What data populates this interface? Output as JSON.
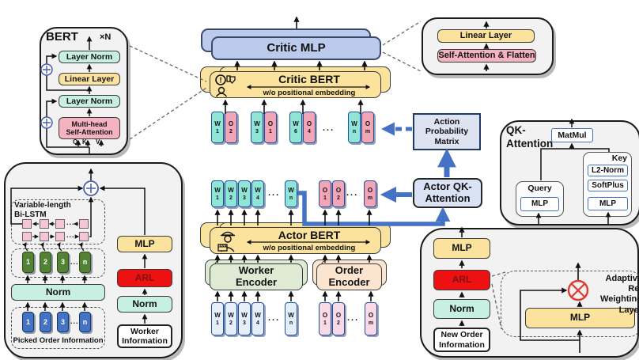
{
  "colors": {
    "accent_blue": "#4472C4",
    "token_w": "#8FE5D6",
    "token_o": "#F3A5B6",
    "token_w_in": "#E4EFFB",
    "token_o_in": "#FAD9E6",
    "yellow": "#FBE39D",
    "pink": "#F5B3C1",
    "red": "#EE1111",
    "teal": "#C7F0E3",
    "green_box": "#548235",
    "blue_box": "#4472C4",
    "lstm_cell": "#F6C6D2",
    "critic_mlp": "#BCCAEC",
    "apm_fill": "#DEE3F2",
    "qk_fill": "#DAE3F5",
    "container": "#F2F2F2",
    "encoder_worker": "#DEEAD4",
    "encoder_order": "#FBE5D0"
  },
  "bert_detail": {
    "title": "BERT",
    "repeat": "×N",
    "layer_norm_top": "Layer Norm",
    "linear": "Linear Layer",
    "layer_norm_bottom": "Layer Norm",
    "mhsa": "Multi-head\nSelf-Attention",
    "q": "Q",
    "k": "K",
    "v": "V"
  },
  "critic": {
    "mlp": "Critic MLP",
    "bert": "Critic BERT",
    "bert_note": "w/o positional embedding"
  },
  "critic_mlp_detail": {
    "linear": "Linear Layer",
    "sa_flatten": "Self-Attention & Flatten"
  },
  "apm": {
    "label": "Action\nProbability\nMatrix"
  },
  "actor": {
    "bert": "Actor BERT",
    "bert_note": "w/o positional embedding",
    "qk": "Actor QK-\nAttention"
  },
  "qk_detail": {
    "title": "QK-\nAttention",
    "matmul": "MatMul",
    "query_label": "Query",
    "query_mlp": "MLP",
    "key_label": "Key",
    "key_l2": "L2-Norm",
    "key_softplus": "SoftPlus",
    "key_mlp": "MLP"
  },
  "encoders": {
    "worker": "Worker\nEncoder",
    "order": "Order\nEncoder"
  },
  "worker_detail": {
    "bilstm": "Variable-length\nBi-LSTM",
    "green_tokens": [
      "1",
      "2",
      "3",
      "n"
    ],
    "norm": "Norm",
    "blue_tokens": [
      "1",
      "2",
      "3",
      "n"
    ],
    "picked": "Picked Order Information",
    "mlp": "MLP",
    "arl": "ARL",
    "norm2": "Norm",
    "worker_info": "Worker\nInformation"
  },
  "order_detail": {
    "mlp": "MLP",
    "arl": "ARL",
    "norm": "Norm",
    "new_order": "New Order\nInformation",
    "arw": "Adaptive\nRe-Weighting\nLayer",
    "arw_mlp": "MLP"
  },
  "tokens": {
    "critic_pairs": [
      {
        "wl": "W",
        "wn": "1",
        "ol": "O",
        "on": "2"
      },
      {
        "wl": "W",
        "wn": "3",
        "ol": "O",
        "on": "1"
      },
      {
        "wl": "W",
        "wn": "6",
        "ol": "O",
        "on": "4"
      },
      {
        "wl": "W",
        "wn": "n",
        "ol": "O",
        "on": "m"
      }
    ],
    "actor_w": [
      {
        "l": "W",
        "n": "1"
      },
      {
        "l": "W",
        "n": "2"
      },
      {
        "l": "W",
        "n": "3"
      },
      {
        "l": "W",
        "n": "4"
      },
      {
        "l": "W",
        "n": "n"
      }
    ],
    "actor_o": [
      {
        "l": "O",
        "n": "1"
      },
      {
        "l": "O",
        "n": "2"
      },
      {
        "l": "O",
        "n": "m"
      }
    ],
    "input_w": [
      {
        "l": "W",
        "n": "1"
      },
      {
        "l": "W",
        "n": "2"
      },
      {
        "l": "W",
        "n": "3"
      },
      {
        "l": "W",
        "n": "4"
      },
      {
        "l": "W",
        "n": "n"
      }
    ],
    "input_o": [
      {
        "l": "O",
        "n": "1"
      },
      {
        "l": "O",
        "n": "2"
      },
      {
        "l": "O",
        "n": "m"
      }
    ]
  },
  "misc": {
    "ellipsis": "..."
  }
}
